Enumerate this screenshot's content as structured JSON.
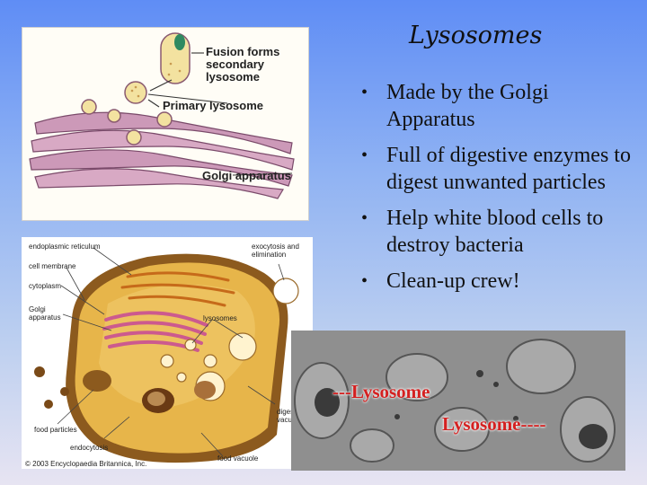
{
  "slide": {
    "title": "Lysosomes",
    "bullets": [
      "Made by the Golgi Apparatus",
      "Full of digestive enzymes to digest unwanted particles",
      "Help white blood cells to destroy bacteria",
      "Clean-up crew!"
    ]
  },
  "golgi_diagram": {
    "labels": {
      "fusion": "Fusion forms secondary lysosome",
      "primary": "Primary lysosome",
      "golgi": "Golgi apparatus"
    }
  },
  "cell_diagram": {
    "labels": {
      "er": "endoplasmic reticulum",
      "membrane": "cell membrane",
      "cytoplasm": "cytoplasm",
      "golgi": "Golgi apparatus",
      "exocytosis": "exocytosis and elimination",
      "lysosomes": "lysosomes",
      "digestive": "digestive vacuole",
      "food_particles": "food particles",
      "endocytosis": "endocytosis",
      "food_vacuole": "food vacuole"
    },
    "copyright": "© 2003 Encyclopaedia Britannica, Inc."
  },
  "micrograph": {
    "label_left": "---Lysosome",
    "label_right": "Lysosome----"
  }
}
